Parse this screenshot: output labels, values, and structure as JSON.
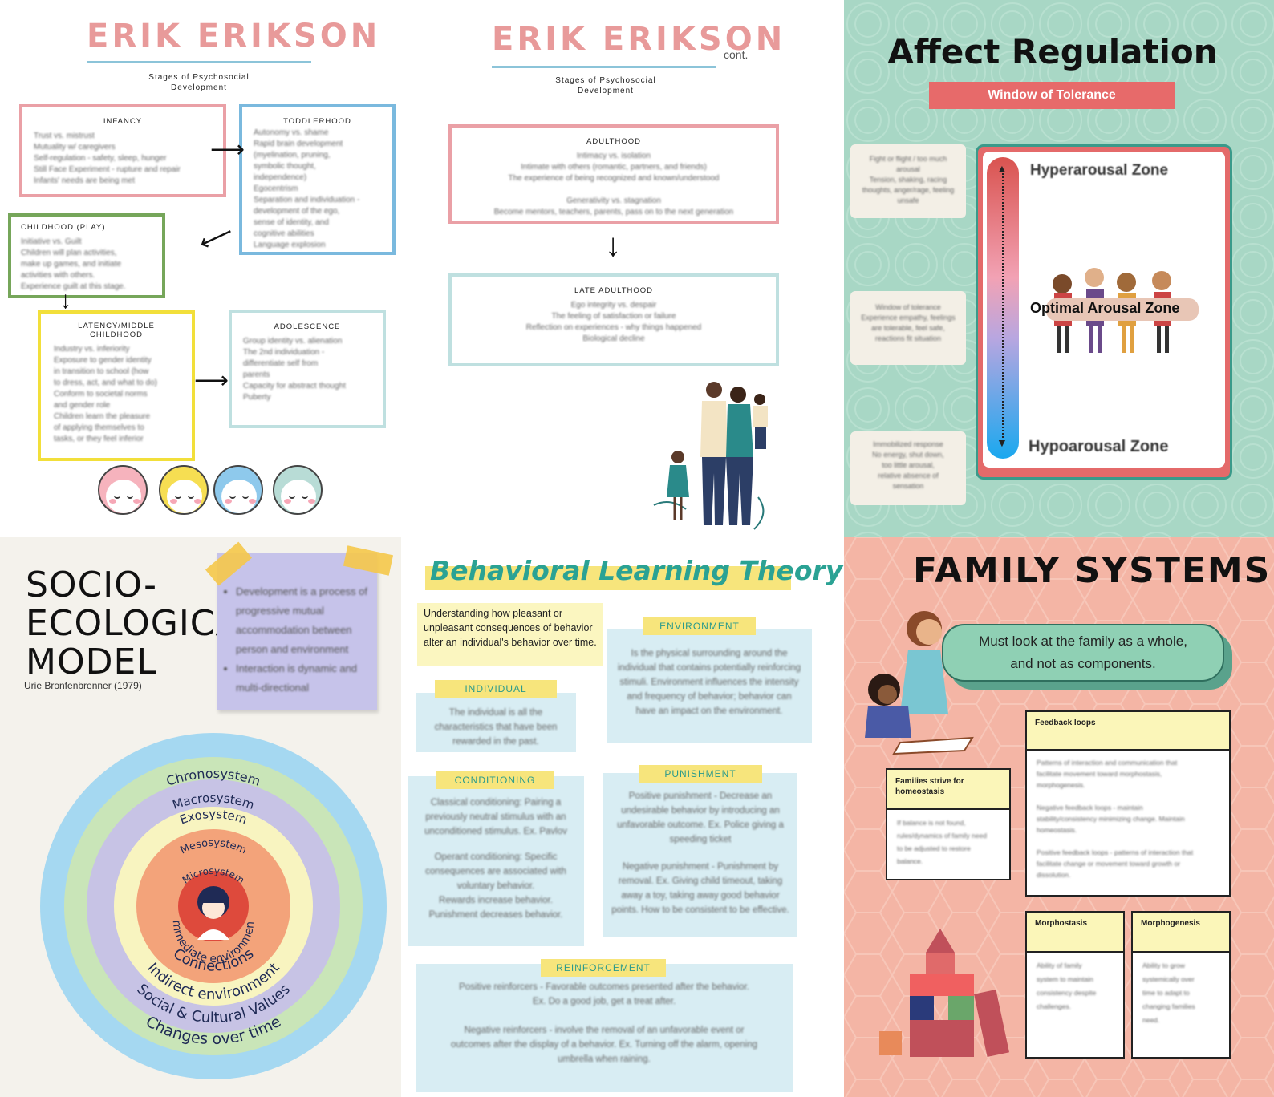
{
  "erikson1": {
    "title": "ERIK ERIKSON",
    "subtitle_line1": "Stages of Psychosocial",
    "subtitle_line2": "Development",
    "boxes": {
      "infancy": {
        "heading": "INFANCY",
        "lines": [
          "Trust vs. mistrust",
          "Mutuality w/ caregivers",
          "Self-regulation - safety, sleep, hunger",
          "Still Face Experiment - rupture and repair",
          "Infants' needs are being met"
        ]
      },
      "toddlerhood": {
        "heading": "TODDLERHOOD",
        "lines": [
          "Autonomy vs. shame",
          "Rapid brain development",
          "(myelination, pruning,",
          "symbolic thought,",
          "independence)",
          "Egocentrism",
          "Separation and individuation -",
          "development of the ego,",
          "sense of identity, and",
          "cognitive abilities",
          "Language explosion"
        ]
      },
      "childhood": {
        "heading": "CHILDHOOD (PLAY)",
        "lines": [
          "Initiative vs. Guilt",
          "Children will plan activities,",
          "make up games, and initiate",
          "activities with others.",
          "Experience guilt at this stage."
        ]
      },
      "latency": {
        "heading": "LATENCY/MIDDLE CHILDHOOD",
        "lines": [
          "Industry vs. inferiority",
          "Exposure to gender identity",
          "in transition to school (how",
          "to dress, act, and what to do)",
          "Conform to societal norms",
          "and gender role",
          "Children learn the pleasure",
          "of applying themselves to",
          "tasks, or they feel inferior"
        ]
      },
      "adolescence": {
        "heading": "ADOLESCENCE",
        "lines": [
          "Group identity vs. alienation",
          "The 2nd individuation -",
          "differentiate self from",
          "parents",
          "Capacity for abstract thought",
          "Puberty"
        ]
      }
    }
  },
  "erikson2": {
    "title": "ERIK ERIKSON",
    "cont": "cont.",
    "subtitle_line1": "Stages of Psychosocial",
    "subtitle_line2": "Development",
    "adulthood": {
      "heading": "ADULTHOOD",
      "lines": [
        "Intimacy vs. isolation",
        "Intimate with others (romantic, partners, and friends)",
        "The experience of being recognized and known/understood",
        "",
        "Generativity vs. stagnation",
        "Become mentors, teachers, parents, pass on to the next generation"
      ]
    },
    "late": {
      "heading": "LATE ADULTHOOD",
      "lines": [
        "Ego integrity vs. despair",
        "The feeling of satisfaction or failure",
        "Reflection on experiences - why things happened",
        "Biological decline"
      ]
    }
  },
  "affect": {
    "title": "Affect Regulation",
    "banner": "Window of Tolerance",
    "side_cards": [
      [
        "Fight or flight / too much",
        "arousal",
        "Tension, shaking, racing",
        "thoughts, anger/rage, feeling",
        "unsafe"
      ],
      [
        "Window of tolerance",
        "Experience empathy, feelings",
        "are tolerable, feel safe,",
        "reactions fit situation"
      ],
      [
        "Immobilized response",
        "No energy, shut down,",
        "too little arousal,",
        "relative absence of",
        "sensation"
      ]
    ],
    "hyper": "Hyperarousal Zone",
    "optimal": "Optimal Arousal Zone",
    "hypo": "Hypoarousal Zone"
  },
  "socio": {
    "title_line1": "SOCIO-",
    "title_line2": "ECOLOGICAL",
    "title_line3": "MODEL",
    "author": "Urie Bronfenbrenner (1979)",
    "note_items": [
      "Development is a process of progressive mutual accommodation between person and environment",
      "Interaction is dynamic and multi-directional"
    ],
    "rings": {
      "chrono": "Chronosystem",
      "macro": "Macrosystem",
      "exo": "Exosystem",
      "meso": "Mesosystem",
      "micro": "Microsystem",
      "immediate": "Immediate environment",
      "connections": "Connections",
      "indirect": "Indirect environment",
      "social": "Social & Cultural Values",
      "changes": "Changes over time"
    },
    "colors": {
      "chrono": "#a5d8f1",
      "macro": "#c9e5b8",
      "exo": "#c7c3e5",
      "meso": "#f8f4c0",
      "micro": "#f3a37a",
      "core": "#de4a3c"
    }
  },
  "behavioral": {
    "title": "Behavioral Learning Theory",
    "intro": "Understanding how pleasant or unpleasant consequences of behavior alter an individual's behavior over time.",
    "environment": {
      "tag": "ENVIRONMENT",
      "text": "Is the physical surrounding around the individual that contains potentially reinforcing stimuli. Environment influences the intensity and frequency of behavior; behavior can have an impact on the environment."
    },
    "individual": {
      "tag": "INDIVIDUAL",
      "text": "The individual is all the characteristics that have been rewarded in the past."
    },
    "conditioning": {
      "tag": "CONDITIONING",
      "text1": "Classical conditioning: Pairing a previously neutral stimulus with an unconditioned stimulus. Ex. Pavlov",
      "text2": "Operant conditioning: Specific consequences are associated with voluntary behavior.",
      "bullet": "Rewards increase behavior. Punishment decreases behavior."
    },
    "punishment": {
      "tag": "PUNISHMENT",
      "text1": "Positive punishment - Decrease an undesirable behavior by introducing an unfavorable outcome. Ex. Police giving a speeding ticket",
      "text2": "Negative punishment - Punishment by removal. Ex. Giving child timeout, taking away a toy, taking away good behavior points. How to be consistent to be effective."
    },
    "reinforcement": {
      "tag": "REINFORCEMENT",
      "text1": "Positive reinforcers - Favorable outcomes presented after the behavior. Ex. Do a good job, get a treat after.",
      "text2": "Negative reinforcers - involve the removal of an unfavorable event or outcomes after the display of a behavior. Ex. Turning off the alarm, opening umbrella when raining."
    }
  },
  "family": {
    "title": "FAMILY SYSTEMS",
    "bubble_line1": "Must look at the family as a whole,",
    "bubble_line2": "and not as components.",
    "feedback": {
      "heading": "Feedback loops",
      "lines": [
        "Patterns of interaction and communication that",
        "facilitate movement toward morphostasis,",
        "morphogenesis.",
        "",
        "Negative feedback loops - maintain",
        "stability/consistency minimizing change. Maintain",
        "homeostasis.",
        "",
        "Positive feedback loops - patterns of interaction that",
        "facilitate change or movement toward growth or",
        "dissolution."
      ]
    },
    "homeostasis": {
      "heading": "Families strive for homeostasis",
      "lines": [
        "If balance is not found,",
        "rules/dynamics of family need",
        "to be adjusted to restore",
        "balance."
      ]
    },
    "morphostasis": {
      "heading": "Morphostasis",
      "lines": [
        "Ability of family",
        "system to maintain",
        "consistency despite",
        "challenges."
      ]
    },
    "morphogenesis": {
      "heading": "Morphogenesis",
      "lines": [
        "Ability to grow",
        "systemically over",
        "time to adapt to",
        "changing families",
        "need."
      ]
    }
  }
}
